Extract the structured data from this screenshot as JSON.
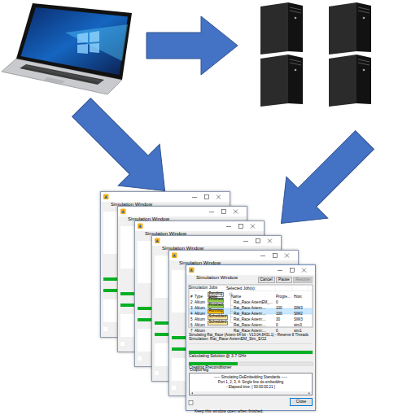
{
  "diagram": {
    "nodes": [
      {
        "text": [
          "Simulation Window"
        ]
      },
      {
        "text": [
          "Simulation Window"
        ]
      },
      {
        "text": [
          "Simulation Window"
        ]
      },
      {
        "text": [
          "Simulation Window"
        ]
      },
      {
        "text": [
          "Simulation Window"
        ]
      },
      {
        "text": [
          "Simulation Window"
        ]
      },
      {
        "text": [
          "Cancel"
        ],
        "in": 5
      },
      {
        "text": [
          "Pause"
        ],
        "in": 5
      },
      {
        "text": [
          "Resume"
        ],
        "in": 5
      },
      {
        "text": [
          "Pending"
        ],
        "in": 5
      },
      {
        "text": [
          "Finished"
        ],
        "in": 5
      },
      {
        "text": [
          "Finished"
        ],
        "in": 5
      },
      {
        "text": [
          "Running"
        ],
        "in": 5
      },
      {
        "text": [
          "Scheduled"
        ],
        "in": 5
      },
      {
        "text": [
          "Scheduled"
        ],
        "in": 5
      },
      {
        "text": [
          "Output log",
          "----- Simulating DeEmbedding Standards -----",
          "Port 1, 2, 3, 4: Single line de-embedding",
          "- Elapsed time: [ 00:00:00.21 ]"
        ],
        "in": 5
      },
      {
        "text": [
          "Close"
        ],
        "in": 5
      }
    ],
    "labels": [
      "Simulation Jobs",
      "Selected Job(s):",
      "#",
      "Type",
      "State",
      "Name",
      "Progre...",
      "Host",
      "2",
      "Altium",
      "Rat_Race:AxiemEM_...",
      "0",
      "3",
      "Altium",
      "Rat_Race:Axiem:...",
      "100",
      "SIM3",
      "4",
      "Altium",
      "Rat_Race:Axiem:...",
      "100",
      "SIM2",
      "5",
      "Altium",
      "Rat_Race:Axiem:...",
      "30",
      "SIM3",
      "6",
      "Altium",
      "Rat_Race:Axiem:...",
      "0",
      "sim3",
      "7",
      "Altium",
      "Rat_Race:Axiem:...",
      "0",
      "sim1",
      "Simulation: Rat_Race:AxiemEM_Sim_EG2",
      "Simulating Rat_Race (Axiem 64-bit - V13.04.8431.1) - Reserve 8 Threads",
      "Calculating Solution @ 3.7 GHz",
      "Creating Preconditioner",
      "Keep this window open when finished."
    ]
  }
}
